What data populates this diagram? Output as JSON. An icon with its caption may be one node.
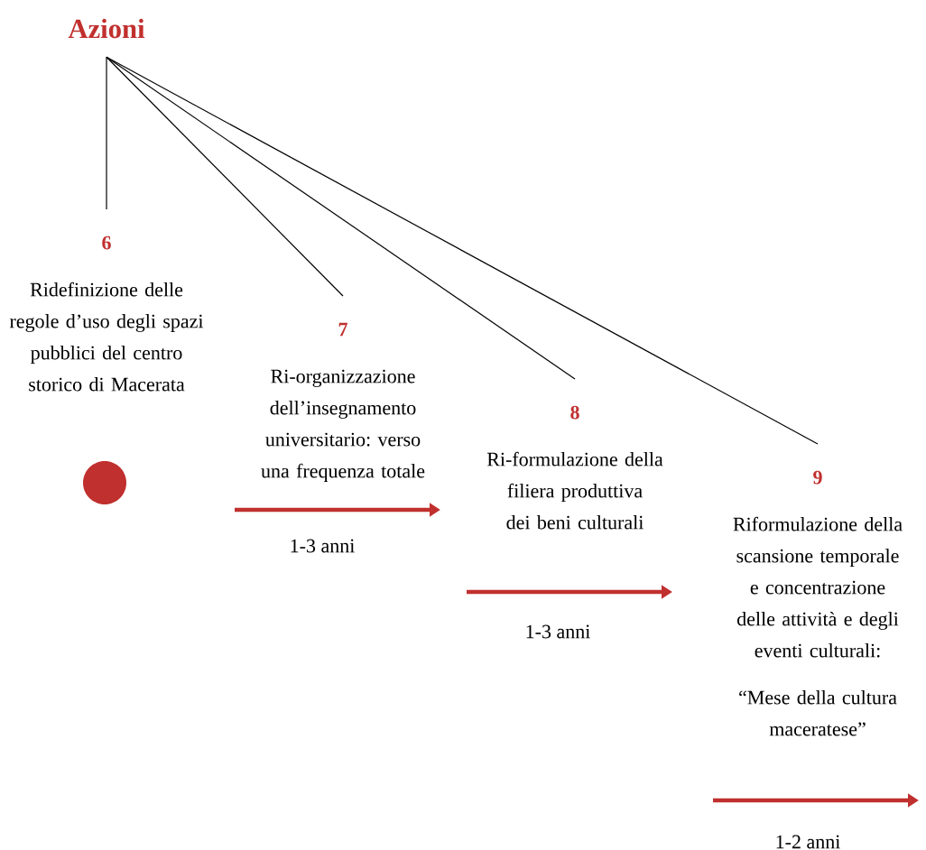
{
  "diagram": {
    "nodes": [
      {
        "text": [
          "Azioni"
        ]
      },
      {
        "text": [
          "6",
          "Ridefinizione delle regole d’uso degli spazi pubblici del centro storico di Macerata"
        ]
      },
      {
        "text": [
          "7",
          "Ri-organizzazione dell’insegnamento universitario: verso una frequenza totale"
        ]
      },
      {
        "text": [
          "8",
          "Ri-formulazione della filiera produttiva dei beni culturali"
        ]
      },
      {
        "text": [
          "9",
          "Riformulazione della scansione temporale e concentrazione delle attività e degli eventi culturali:",
          "“Mese della cultura maceratese”"
        ]
      }
    ],
    "labels": [
      "1-3 anni",
      "1-3 anni",
      "1-2 anni"
    ],
    "edges": [
      {
        "from": 0,
        "to": 1,
        "arrow": "none"
      },
      {
        "from": 0,
        "to": 2,
        "arrow": "none"
      },
      {
        "from": 0,
        "to": 3,
        "arrow": "none"
      },
      {
        "from": 0,
        "to": 4,
        "arrow": "none"
      }
    ]
  }
}
